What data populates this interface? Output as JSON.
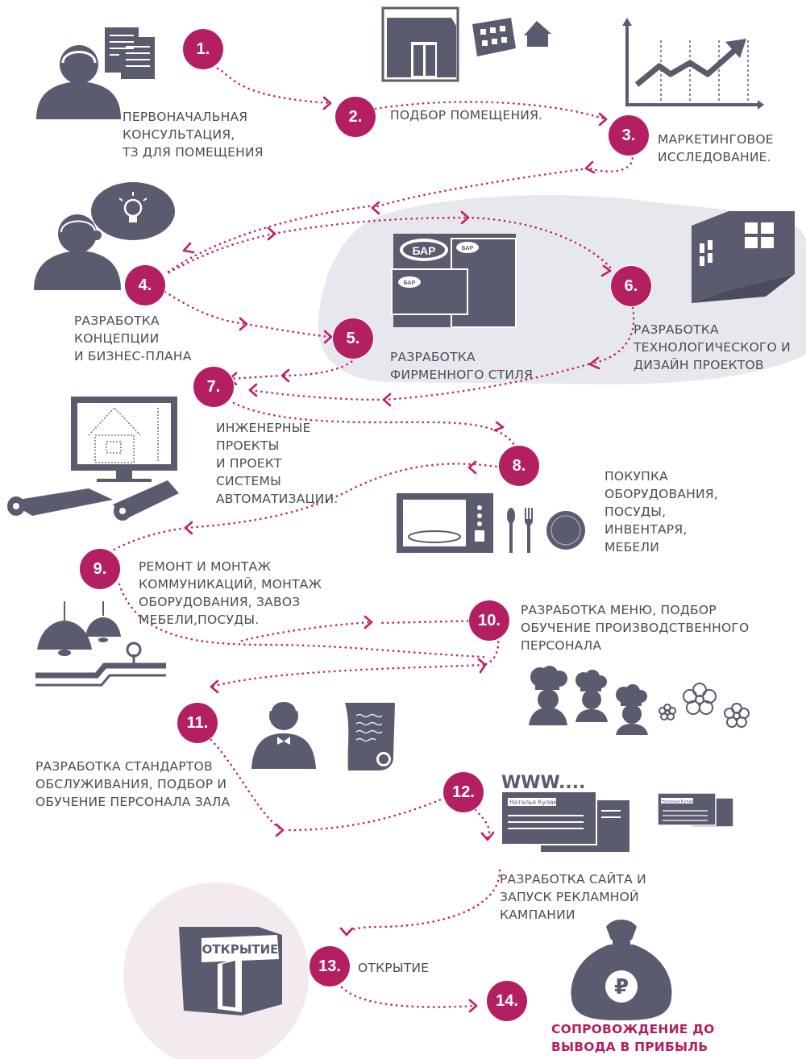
{
  "colors": {
    "accent": "#b41f62",
    "icon": "#5a5b6e",
    "text": "#4b4b5a",
    "blob": "#e7e8ee",
    "opening_bg": "#f2eaee"
  },
  "steps": [
    {
      "num": "1.",
      "lines": [
        "ПЕРВОНАЧАЛЬНАЯ",
        "КОНСУЛЬТАЦИЯ,",
        "ТЗ ДЛЯ ПОМЕЩЕНИЯ"
      ]
    },
    {
      "num": "2.",
      "lines": [
        "ПОДБОР ПОМЕЩЕНИЯ."
      ]
    },
    {
      "num": "3.",
      "lines": [
        "МАРКЕТИНГОВОЕ",
        "ИССЛЕДОВАНИЕ."
      ]
    },
    {
      "num": "4.",
      "lines": [
        "РАЗРАБОТКА",
        "КОНЦЕПЦИИ",
        "И БИЗНЕС-ПЛАНА"
      ]
    },
    {
      "num": "5.",
      "lines": [
        "РАЗРАБОТКА",
        "ФИРМЕННОГО СТИЛЯ"
      ]
    },
    {
      "num": "6.",
      "lines": [
        "РАЗРАБОТКА",
        "ТЕХНОЛОГИЧЕСКОГО И",
        "ДИЗАЙН ПРОЕКТОВ"
      ]
    },
    {
      "num": "7.",
      "lines": [
        "ИНЖЕНЕРНЫЕ",
        "ПРОЕКТЫ",
        "И ПРОЕКТ",
        "СИСТЕМЫ",
        "АВТОМАТИЗАЦИИ."
      ]
    },
    {
      "num": "8.",
      "lines": [
        "ПОКУПКА",
        "ОБОРУДОВАНИЯ,",
        "ПОСУДЫ,",
        "ИНВЕНТАРЯ,",
        "МЕБЕЛИ"
      ]
    },
    {
      "num": "9.",
      "lines": [
        "РЕМОНТ И МОНТАЖ",
        "КОММУНИКАЦИЙ, МОНТАЖ",
        "ОБОРУДОВАНИЯ, ЗАВОЗ",
        "МЕБЕЛИ,ПОСУДЫ."
      ]
    },
    {
      "num": "10.",
      "lines": [
        "РАЗРАБОТКА МЕНЮ, ПОДБОР",
        "ОБУЧЕНИЕ ПРОИЗВОДСТВЕННОГО",
        "ПЕРСОНАЛА"
      ]
    },
    {
      "num": "11.",
      "lines": [
        "РАЗРАБОТКА СТАНДАРТОВ",
        "ОБСЛУЖИВАНИЯ, ПОДБОР И",
        "ОБУЧЕНИЕ ПЕРСОНАЛА ЗАЛА"
      ]
    },
    {
      "num": "12.",
      "lines": [
        "РАЗРАБОТКА САЙТА И",
        "ЗАПУСК РЕКЛАМНОЙ",
        "КАМПАНИИ"
      ]
    },
    {
      "num": "13.",
      "lines": [
        "ОТКРЫТИЕ"
      ]
    },
    {
      "num": "14.",
      "lines": [
        "СОПРОВОЖДЕНИЕ ДО",
        "ВЫВОДА В ПРИБЫЛЬ"
      ]
    }
  ],
  "artwork": {
    "logo_text": "БАР",
    "www_text": "WWW....",
    "card_name": "Наталья Кулакова",
    "sign_text": "ОТКРЫТИЕ",
    "currency_symbol": "₽"
  }
}
